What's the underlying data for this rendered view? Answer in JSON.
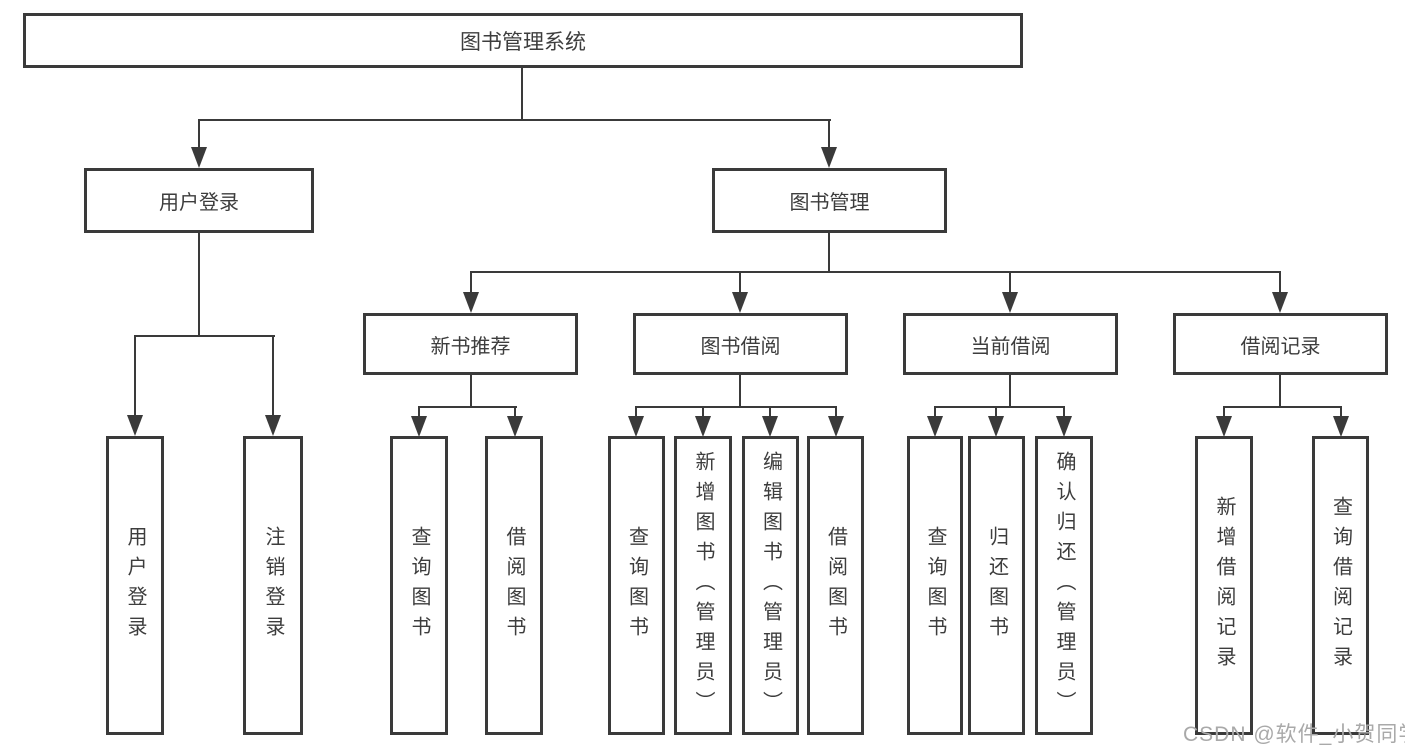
{
  "title": "图书管理系统",
  "level2": {
    "user_login": "用户登录",
    "book_management": "图书管理"
  },
  "level3": {
    "new_book": "新书推荐",
    "book_borrow": "图书借阅",
    "current_borrow": "当前借阅",
    "borrow_record": "借阅记录"
  },
  "leaves": {
    "login": [
      "用户登录",
      "注销登录"
    ],
    "new_book": [
      "查询图书",
      "借阅图书"
    ],
    "book_borrow": [
      "查询图书",
      "新增图书（管理员）",
      "编辑图书（管理员）",
      "借阅图书"
    ],
    "current_borrow": [
      "查询图书",
      "归还图书",
      "确认归还（管理员）"
    ],
    "borrow_record": [
      "新增借阅记录",
      "查询借阅记录"
    ]
  },
  "watermark": "CSDN @软件_小贺同学",
  "colors": {
    "line": "#3a3a3a",
    "text": "#3d3d3d",
    "watermark": "#a9a9a9",
    "background": "#ffffff"
  }
}
